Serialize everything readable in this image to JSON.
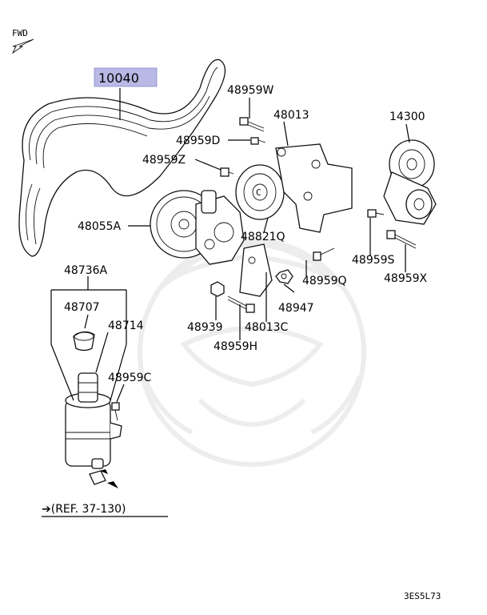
{
  "direction": {
    "label": "FWD"
  },
  "reference": {
    "label": "➔(REF. 37-130)"
  },
  "diagram_code": "3ES5L73",
  "highlight_color": "#b9b9e6",
  "callouts": {
    "p10040": "10040",
    "p48959W": "48959W",
    "p48013": "48013",
    "p14300": "14300",
    "p48959D": "48959D",
    "p48959Z": "48959Z",
    "p48055A": "48055A",
    "p48821Q": "48821Q",
    "p48959S": "48959S",
    "p48959X": "48959X",
    "p48959Q": "48959Q",
    "p48947": "48947",
    "p48939": "48939",
    "p48013C": "48013C",
    "p48959H": "48959H",
    "p48736A": "48736A",
    "p48707": "48707",
    "p48714": "48714",
    "p48959C": "48959C"
  }
}
